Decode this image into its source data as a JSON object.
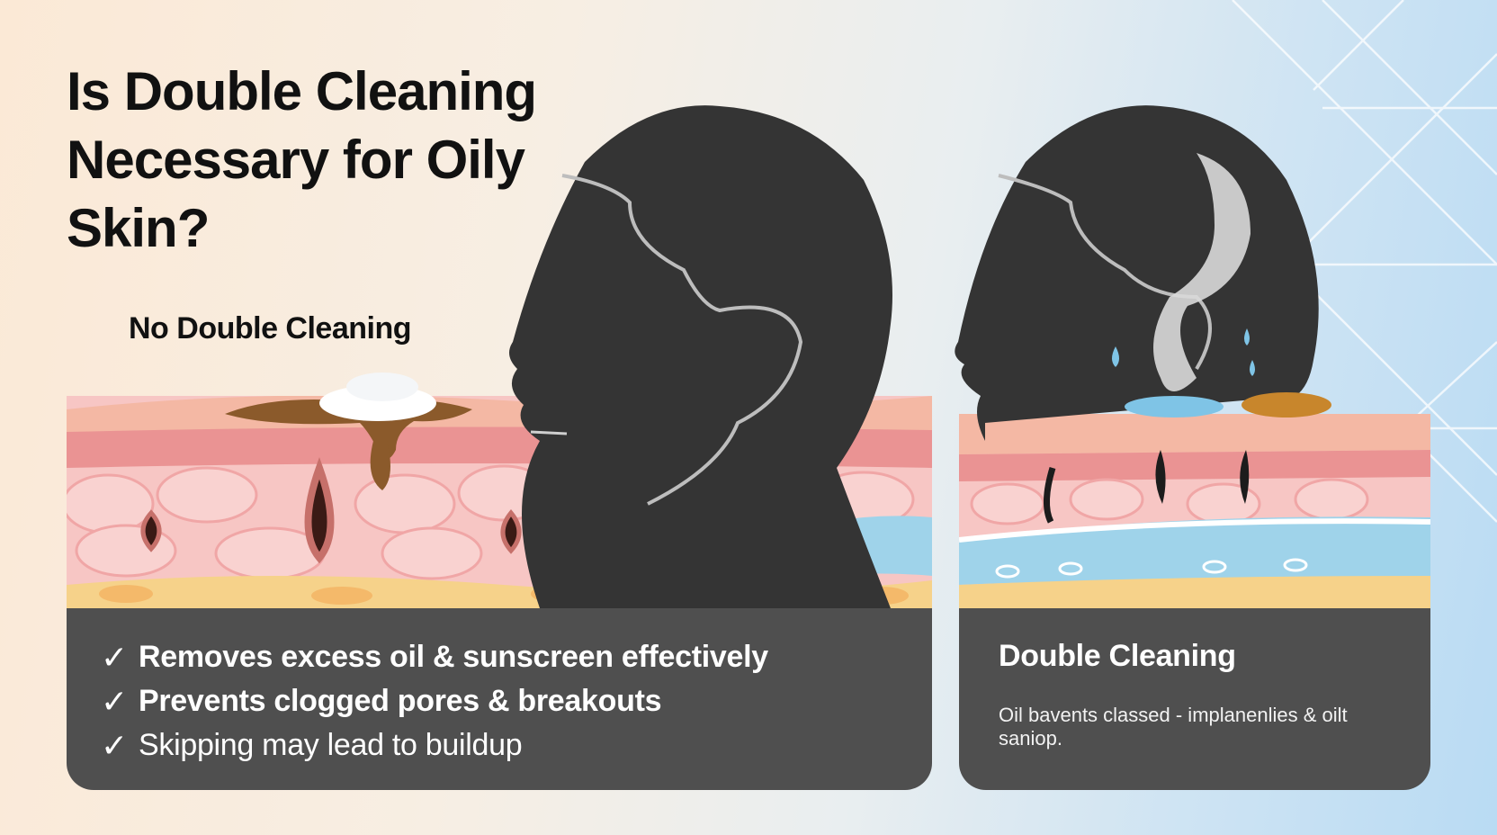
{
  "title": "Is Double Cleaning Necessary for Oily Skin?",
  "left_label": "No Double Cleaning",
  "benefits": [
    "Removes excess oil & sunscreen effectively",
    "Prevents clogged pores & breakouts",
    "Skipping may lead to buildup"
  ],
  "check_symbol": "✓",
  "right_panel": {
    "title": "Double Cleaning",
    "description": "Oil bavents classed - implanenlies & oilt saniop."
  },
  "colors": {
    "panel": "#4f4f4f",
    "head": "#343434",
    "skin_top": "#f2b7a4",
    "skin_cells": "#f7c6c4",
    "fat_layer": "#f6d28a",
    "water_layer": "#9fd3ea",
    "oil": "#8b5a2b"
  }
}
